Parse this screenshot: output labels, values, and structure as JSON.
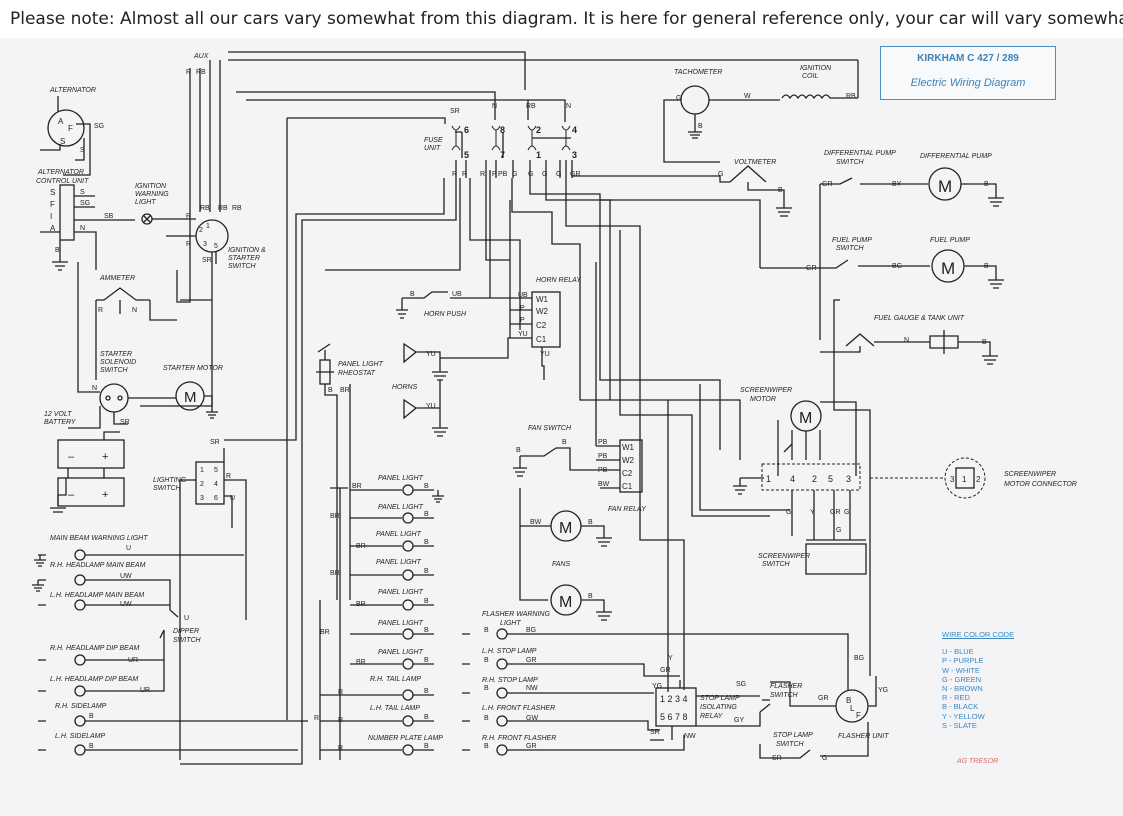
{
  "note": "Please note:  Almost all our cars vary somewhat from this diagram.  It is here for general reference only, your car will vary somewhat.",
  "title": {
    "main": "KIRKHAM  C  427 / 289",
    "sub": "Electric Wiring Diagram"
  },
  "legend": {
    "title": "WIRE COLOR CODE",
    "items": [
      "U - BLUE",
      "P - PURPLE",
      "W - WHITE",
      "G - GREEN",
      "N - BROWN",
      "R - RED",
      "B - BLACK",
      "Y - YELLOW",
      "S - SLATE"
    ]
  },
  "signature": "AG TRESOR",
  "components": {
    "alternator": "ALTERNATOR",
    "alternator_control_1": "ALTERNATOR",
    "alternator_control_2": "CONTROL UNIT",
    "ignition_warning_1": "IGNITION",
    "ignition_warning_2": "WARNING",
    "ignition_warning_3": "LIGHT",
    "aux": "AUX",
    "ignition_starter_1": "IGNITION &",
    "ignition_starter_2": "STARTER",
    "ignition_starter_3": "SWITCH",
    "ammeter": "AMMETER",
    "starter_solenoid_1": "STARTER",
    "starter_solenoid_2": "SOLENOID",
    "starter_solenoid_3": "SWITCH",
    "starter_motor": "STARTER MOTOR",
    "battery_1": "12 VOLT",
    "battery_2": "BATTERY",
    "lighting_switch_1": "LIGHTING",
    "lighting_switch_2": "SWITCH",
    "main_beam_warning": "MAIN BEAM  WARNING LIGHT",
    "rh_main_beam": "R.H.  HEADLAMP MAIN BEAM",
    "lh_main_beam": "L.H.  HEADLAMP MAIN BEAM",
    "dipper_1": "DIPPER",
    "dipper_2": "SWITCH",
    "rh_dip": "R.H.  HEADLAMP DIP BEAM",
    "lh_dip": "L.H.  HEADLAMP DIP BEAM",
    "rh_sidelamp": "R.H.  SIDELAMP",
    "lh_sidelamp": "L.H.  SIDELAMP",
    "fuse_unit_1": "FUSE",
    "fuse_unit_2": "UNIT",
    "tachometer": "TACHOMETER",
    "ignition_coil_1": "IGNITION",
    "ignition_coil_2": "COIL",
    "voltmeter": "VOLTMETER",
    "diff_pump_switch_1": "DIFFERENTIAL PUMP",
    "diff_pump_switch_2": "SWITCH",
    "diff_pump": "DIFFERENTIAL PUMP",
    "fuel_pump_switch_1": "FUEL PUMP",
    "fuel_pump_switch_2": "SWITCH",
    "fuel_pump": "FUEL PUMP",
    "fuel_gauge": "FUEL GAUGE & TANK UNIT",
    "horn_relay": "HORN RELAY",
    "horn_push": "HORN PUSH",
    "horns": "HORNS",
    "panel_rheostat_1": "PANEL LIGHT",
    "panel_rheostat_2": "RHEOSTAT",
    "fan_switch": "FAN SWITCH",
    "fan_relay": "FAN RELAY",
    "fans": "FANS",
    "screenwiper_motor_1": "SCREENWIPER",
    "screenwiper_motor_2": "MOTOR",
    "screenwiper_connector_1": "SCREENWIPER",
    "screenwiper_connector_2": "MOTOR  CONNECTOR",
    "screenwiper_switch_1": "SCREENWIPER",
    "screenwiper_switch_2": "SWITCH",
    "panel_light": "PANEL LIGHT",
    "flasher_warning_1": "FLASHER WARNING",
    "flasher_warning_2": "LIGHT",
    "lh_stop": "L.H.  STOP LAMP",
    "rh_stop": "R.H.  STOP LAMP",
    "lh_front_flasher": "L.H.  FRONT FLASHER",
    "rh_front_flasher": "R.H.  FRONT FLASHER",
    "rh_tail": "R.H.  TAIL LAMP",
    "lh_tail": "L.H.  TAIL LAMP",
    "number_plate": "NUMBER PLATE LAMP",
    "stop_isolating_1": "STOP LAMP",
    "stop_isolating_2": "ISOLATING",
    "stop_isolating_3": "RELAY",
    "flasher_switch_1": "FLASHER",
    "flasher_switch_2": "SWITCH",
    "stop_switch_1": "STOP LAMP",
    "stop_switch_2": "SWITCH",
    "flasher_unit": "FLASHER UNIT"
  }
}
